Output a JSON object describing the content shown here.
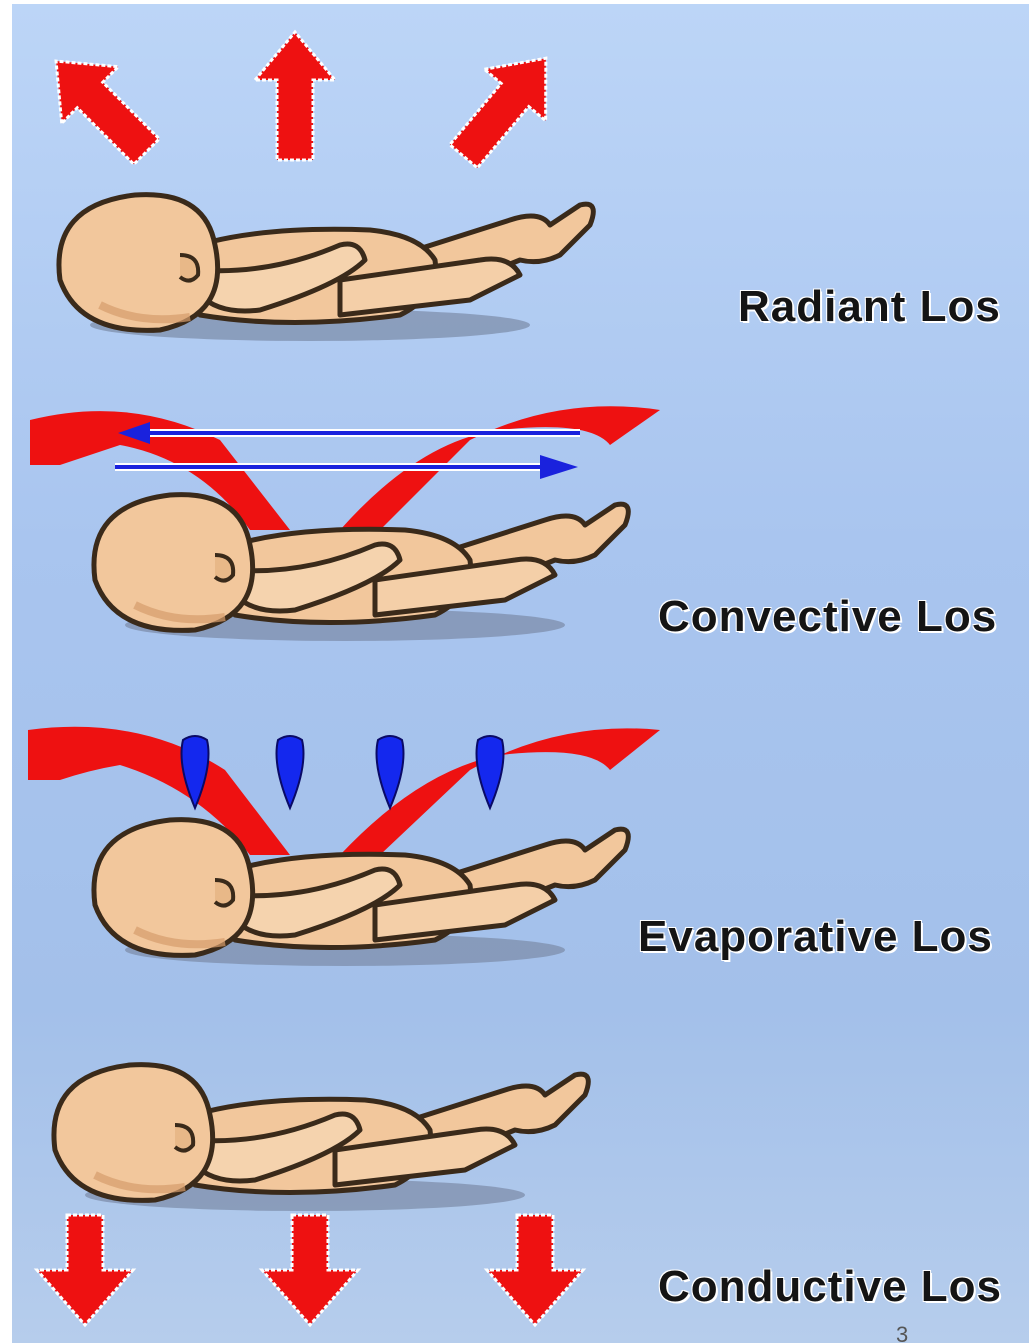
{
  "panels": [
    {
      "id": "radiant",
      "label": "Radiant Los"
    },
    {
      "id": "convective",
      "label": "Convective Los"
    },
    {
      "id": "evaporative",
      "label": "Evaporative Los"
    },
    {
      "id": "conductive",
      "label": "Conductive Los"
    }
  ],
  "page_number": "3",
  "colors": {
    "background": "#a9c5ef",
    "heat_arrow": "#ee1111",
    "air_flow": "#1a22dd",
    "water_drop": "#1428ee",
    "skin": "#f2c79c",
    "outline": "#3a2a1a"
  }
}
